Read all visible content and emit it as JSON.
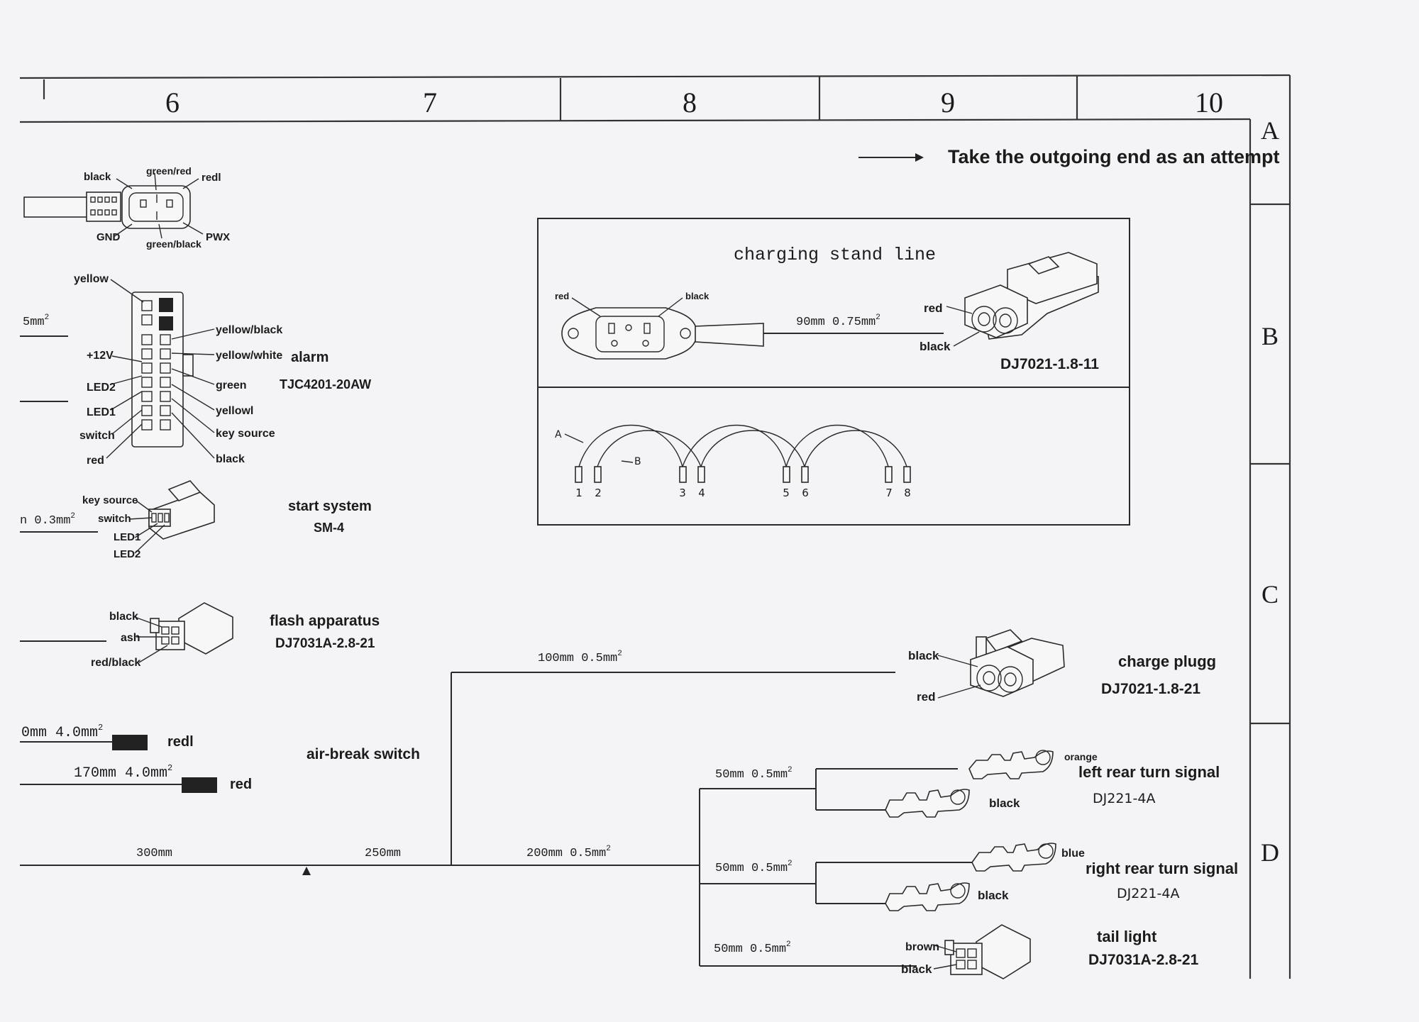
{
  "header": {
    "columns": [
      "6",
      "7",
      "8",
      "9",
      "10"
    ],
    "rows": [
      "A",
      "B",
      "C",
      "D"
    ],
    "note": "Take the outgoing end as an attempt"
  },
  "connector_top": {
    "labels": {
      "black": "black",
      "green_red": "green/red",
      "red1": "redl",
      "gnd": "GND",
      "green_black": "green/black",
      "pwm": "PWX"
    }
  },
  "alarm": {
    "left_size": "5mm",
    "sup": "2",
    "name": "alarm",
    "part": "TJC4201-20AW",
    "left_pins": [
      "yellow",
      "+12V",
      "LED2",
      "LED1",
      "switch",
      "red"
    ],
    "right_pins": [
      "yellow/black",
      "yellow/white",
      "green",
      "yellowl",
      "key source",
      "black"
    ]
  },
  "start_system": {
    "size": "n 0.3mm",
    "sup": "2",
    "name": "start system",
    "part": "SM-4",
    "pins": [
      "key source",
      "switch",
      "LED1",
      "LED2"
    ]
  },
  "flash": {
    "name": "flash apparatus",
    "part": "DJ7031A-2.8-21",
    "pins": [
      "black",
      "ash",
      "red/black"
    ]
  },
  "air_break": {
    "name": "air-break switch",
    "wire1_size": "0mm 4.0mm",
    "wire1_color": "redl",
    "wire2_size": "170mm 4.0mm",
    "wire2_color": "red",
    "sup": "2"
  },
  "charging_stand": {
    "title": "charging stand line",
    "left_red": "red",
    "left_black": "black",
    "wire": "90mm 0.75mm",
    "sup": "2",
    "right_red": "red",
    "right_black": "black",
    "part": "DJ7021-1.8-11",
    "loop_labels": [
      "A",
      "B"
    ],
    "pin_numbers": [
      "1",
      "2",
      "3",
      "4",
      "5",
      "6",
      "7",
      "8"
    ]
  },
  "charge_plug": {
    "wire": "100mm 0.5mm",
    "sup": "2",
    "black": "black",
    "red": "red",
    "name": "charge plugg",
    "part": "DJ7021-1.8-21"
  },
  "main_line": {
    "seg1": "300mm",
    "seg2": "250mm",
    "seg3": "200mm 0.5mm",
    "sup": "2"
  },
  "left_turn": {
    "wire": "50mm 0.5mm",
    "sup": "2",
    "color1": "orange",
    "color2": "black",
    "name": "left rear turn signal",
    "part": "DJ221-4A"
  },
  "right_turn": {
    "wire": "50mm 0.5mm",
    "sup": "2",
    "color1": "blue",
    "color2": "black",
    "name": "right rear turn signal",
    "part": "DJ221-4A"
  },
  "tail_light": {
    "wire": "50mm 0.5mm",
    "sup": "2",
    "color1": "brown",
    "color2": "black",
    "name": "tail light",
    "part": "DJ7031A-2.8-21"
  }
}
